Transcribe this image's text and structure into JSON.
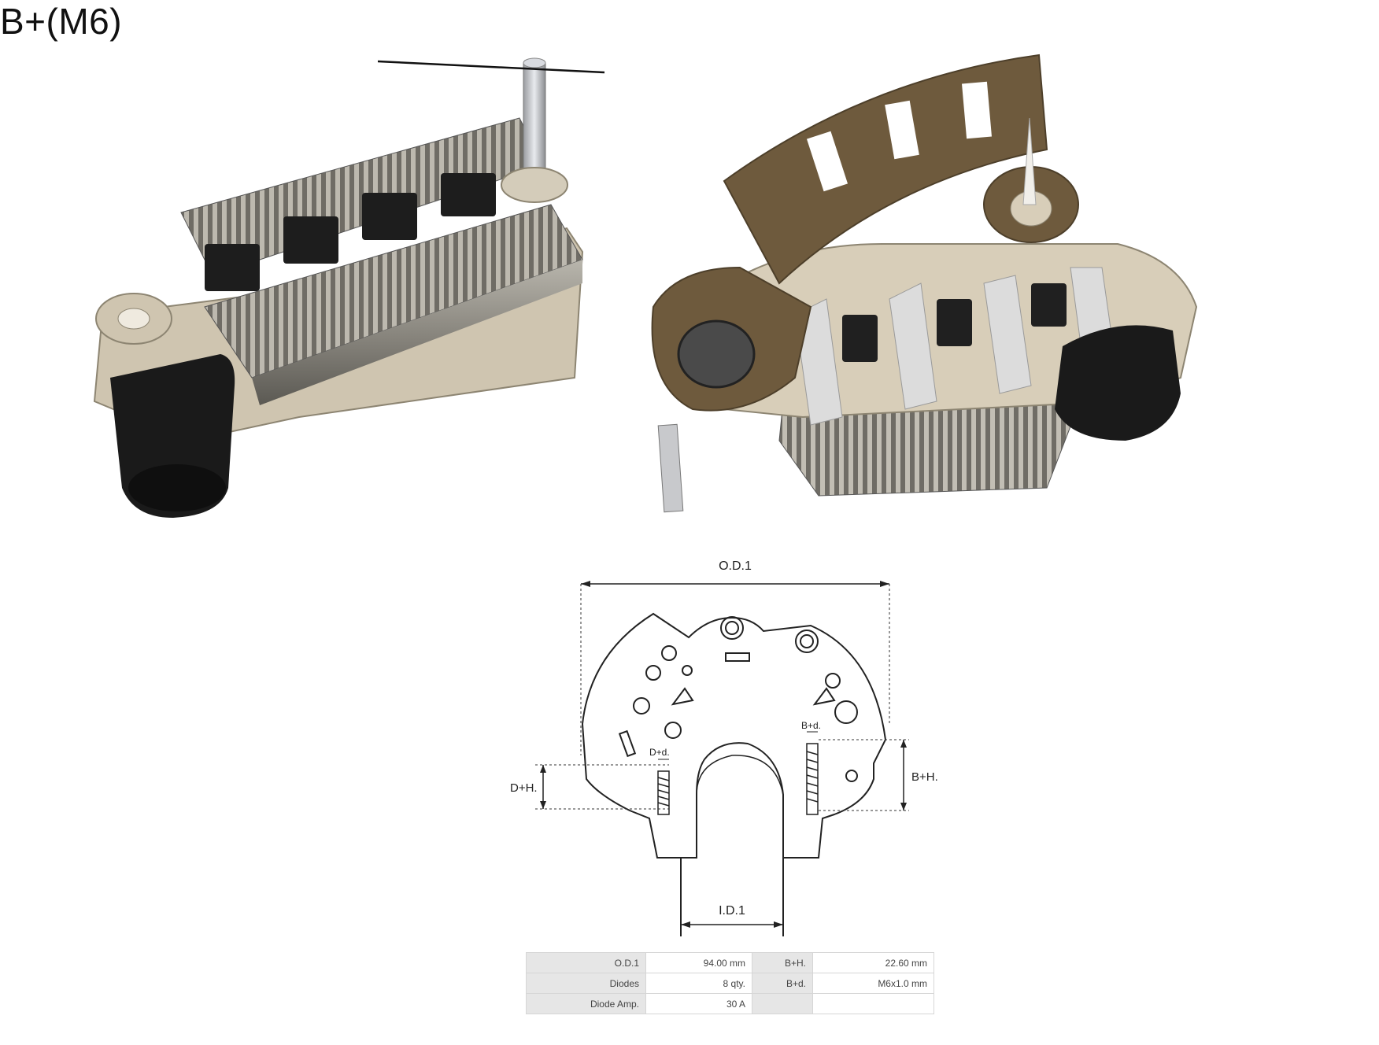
{
  "photo_callout": {
    "label": "B+(M6)"
  },
  "drawing": {
    "od_label": "O.D.1",
    "id_label": "I.D.1",
    "dh_label": "D+H.",
    "dd_label": "D+d.",
    "bh_label": "B+H.",
    "bd_label": "B+d."
  },
  "specs": {
    "rows": [
      {
        "label1": "O.D.1",
        "value1": "94.00 mm",
        "label2": "B+H.",
        "value2": "22.60 mm"
      },
      {
        "label1": "Diodes",
        "value1": "8 qty.",
        "label2": "B+d.",
        "value2": "M6x1.0 mm"
      },
      {
        "label1": "Diode Amp.",
        "value1": "30 A",
        "label2": "",
        "value2": ""
      }
    ]
  }
}
